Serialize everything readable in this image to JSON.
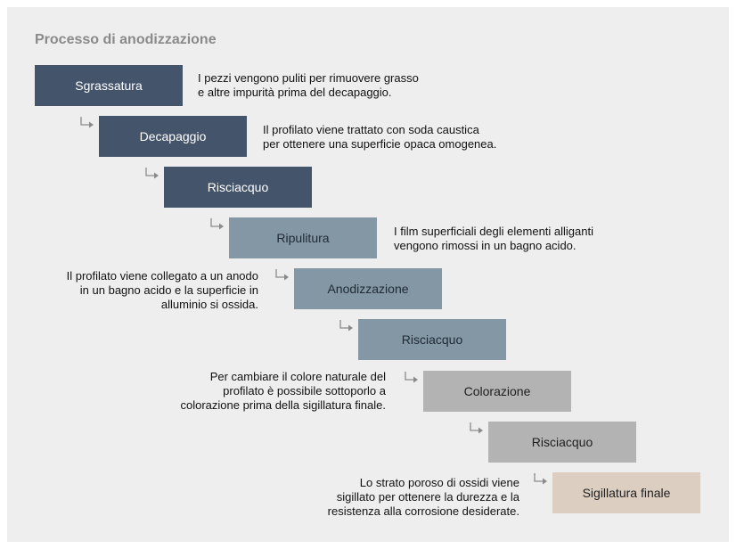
{
  "title": "Processo di anodizzazione",
  "steps": [
    {
      "label": "Sgrassatura",
      "color": "#44546a"
    },
    {
      "label": "Decapaggio",
      "color": "#44546a"
    },
    {
      "label": "Risciacquo",
      "color": "#44546a"
    },
    {
      "label": "Ripulitura",
      "color": "#8497a4"
    },
    {
      "label": "Anodizzazione",
      "color": "#8497a4"
    },
    {
      "label": "Risciacquo",
      "color": "#8497a4"
    },
    {
      "label": "Colorazione",
      "color": "#b3b3b3"
    },
    {
      "label": "Risciacquo",
      "color": "#b3b3b3"
    },
    {
      "label": "Sigillatura finale",
      "color": "#dccfc1"
    }
  ],
  "descriptions": {
    "sgrassatura": [
      "I pezzi vengono puliti per rimuovere grasso",
      "e altre impurità prima del decapaggio."
    ],
    "decapaggio": [
      "Il profilato viene trattato con soda caustica",
      "per ottenere una superficie opaca omogenea."
    ],
    "ripulitura": [
      "I film superficiali degli elementi alliganti",
      "vengono rimossi in un bagno acido."
    ],
    "anodizzazione": [
      "Il profilato viene collegato a un anodo",
      "in un bagno acido e la superficie in",
      "alluminio si ossida."
    ],
    "colorazione": [
      "Per cambiare il colore naturale del",
      "profilato è possibile sottoporlo a",
      "colorazione prima della sigillatura finale."
    ],
    "sigillatura": [
      "Lo strato poroso di ossidi viene",
      "sigillato per ottenere la durezza e la",
      "resistenza alla corrosione desiderate."
    ]
  }
}
